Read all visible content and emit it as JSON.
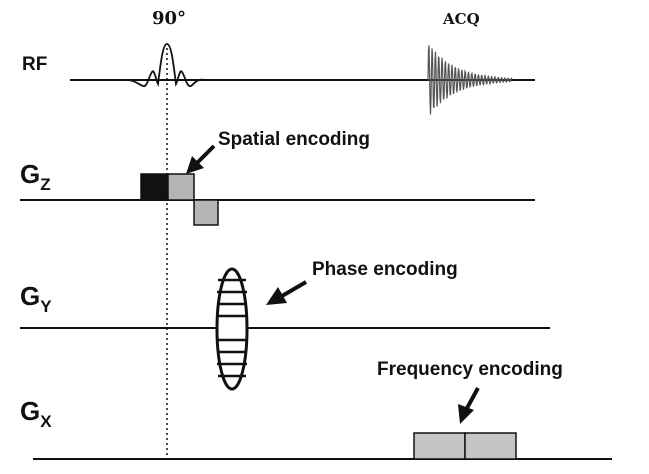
{
  "labels": {
    "flip_angle": "90°",
    "acq": "ACQ",
    "rf": "RF",
    "gz_main": "G",
    "gz_sub": "Z",
    "gy_main": "G",
    "gy_sub": "Y",
    "gx_main": "G",
    "gx_sub": "X"
  },
  "annotations": {
    "spatial": "Spatial encoding",
    "phase": "Phase encoding",
    "frequency": "Frequency encoding"
  },
  "colors": {
    "line": "#111111",
    "pulse_black": "#111111",
    "pulse_gray": "#b5b5b5",
    "signal": "#555555"
  }
}
